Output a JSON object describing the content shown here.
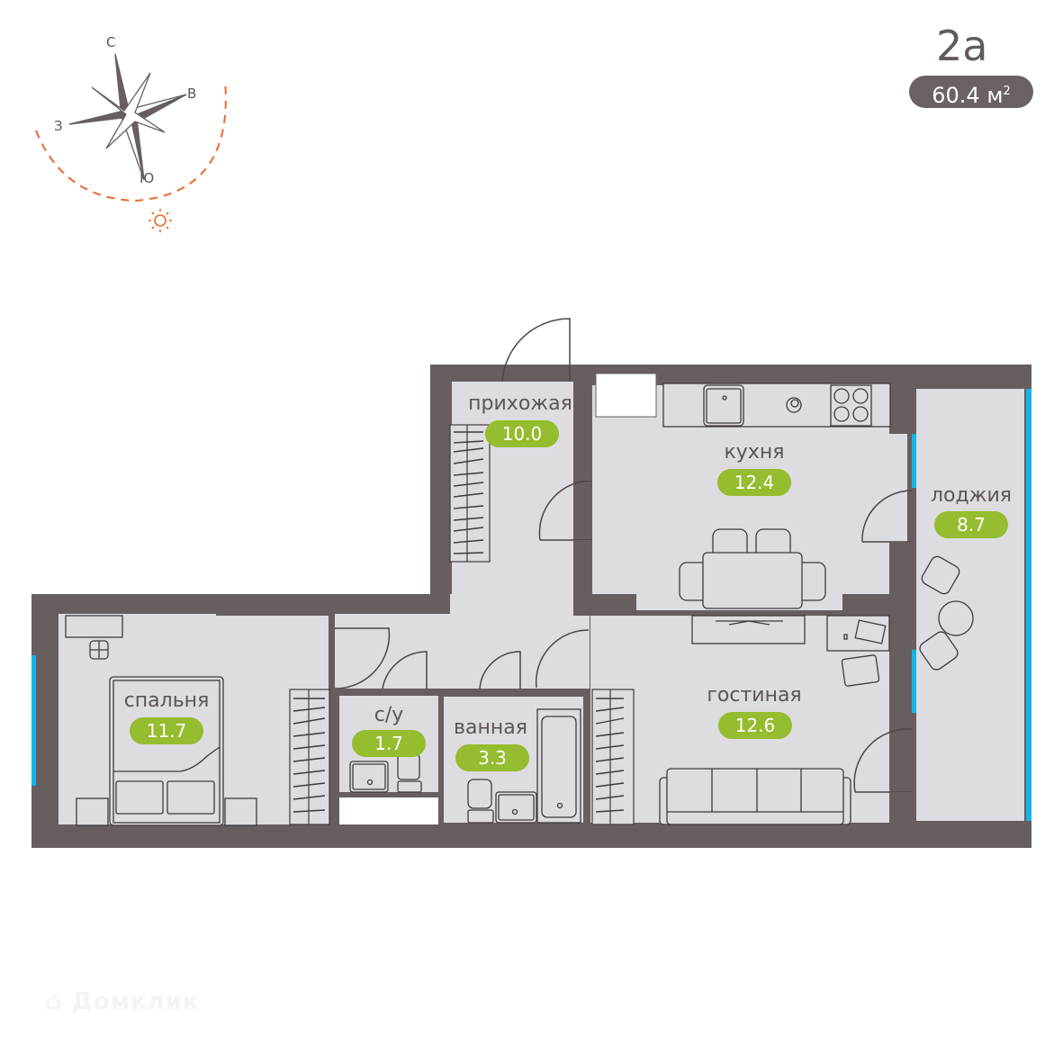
{
  "header": {
    "apartment_type": "2а",
    "total_area": "60.4",
    "area_unit": "м",
    "area_unit_sup": "2"
  },
  "compass": {
    "north": "С",
    "east": "В",
    "south": "Ю",
    "west": "З",
    "sun_icon": "sun-icon",
    "sun_path_color": "#e8692b"
  },
  "rooms": [
    {
      "id": "hallway",
      "label": "прихожая",
      "area": "10.0"
    },
    {
      "id": "kitchen",
      "label": "кухня",
      "area": "12.4"
    },
    {
      "id": "loggia",
      "label": "лоджия",
      "area": "8.7"
    },
    {
      "id": "bedroom",
      "label": "спальня",
      "area": "11.7"
    },
    {
      "id": "wc",
      "label": "с/у",
      "area": "1.7"
    },
    {
      "id": "bathroom",
      "label": "ванная",
      "area": "3.3"
    },
    {
      "id": "living",
      "label": "гостиная",
      "area": "12.6"
    }
  ],
  "colors": {
    "wall": "#675e60",
    "floor": "#dddce0",
    "window": "#14b4e6",
    "area_badge": "#96bc2f",
    "text": "#5d5557"
  },
  "watermark": "Домклик"
}
